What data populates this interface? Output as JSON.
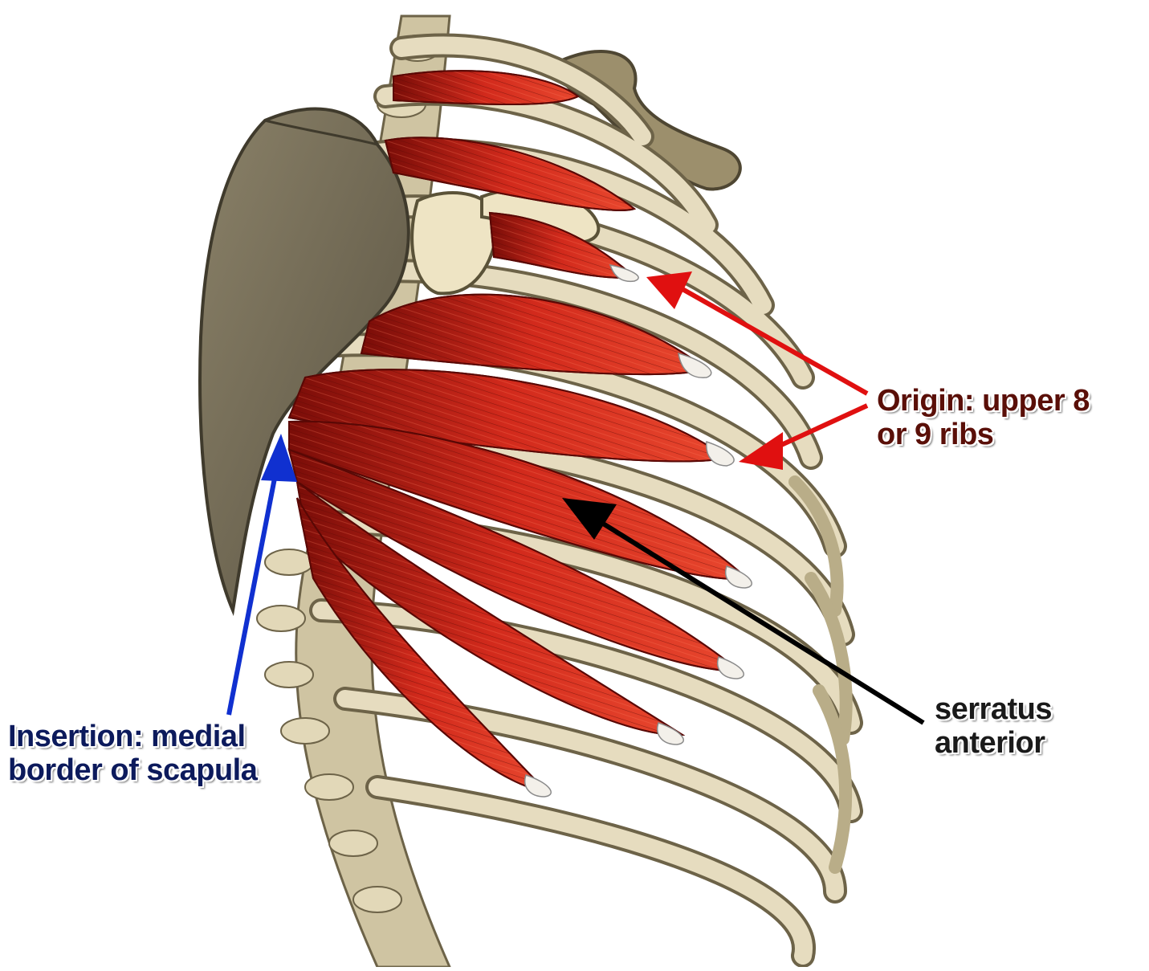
{
  "labels": {
    "origin": {
      "line1": "Origin: upper 8",
      "line2": "or 9 ribs",
      "color": "#5a0f08"
    },
    "muscle": {
      "line1": "serratus",
      "line2": "anterior",
      "color": "#1a1a1a"
    },
    "insertion": {
      "line1": "Insertion: medial",
      "line2": "border of scapula",
      "color": "#0c1a5c"
    }
  },
  "colors": {
    "muscle_red": "#c8231a",
    "muscle_dark": "#7a0d08",
    "bone": "#e6dcbf",
    "bone_shadow": "#8a7f62",
    "scapula": "#6e6654",
    "arrow_origin": "#e01010",
    "arrow_insertion": "#1030d0",
    "arrow_muscle": "#000000"
  }
}
